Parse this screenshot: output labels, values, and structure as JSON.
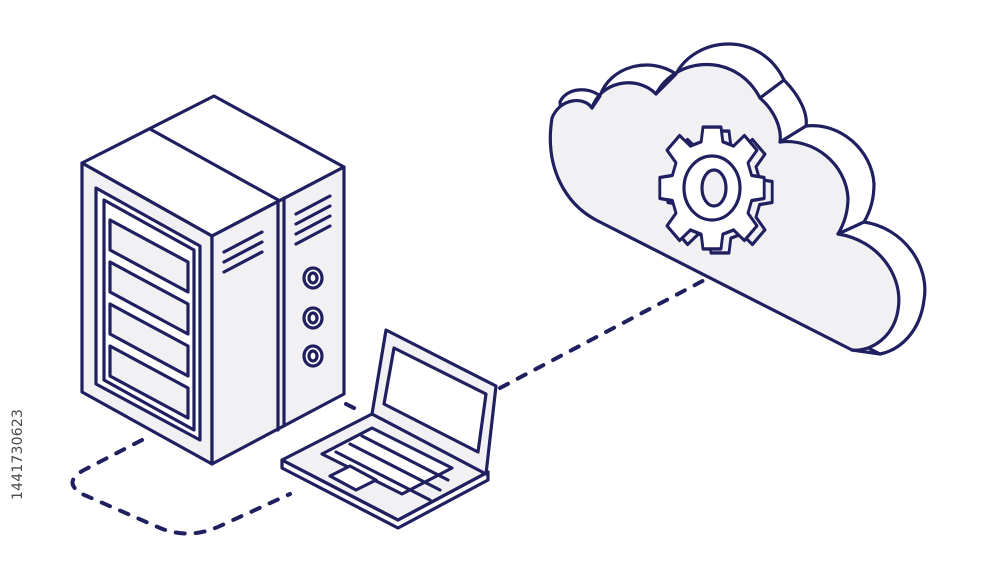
{
  "diagram": {
    "stock_id": "1441730623",
    "nodes": [
      {
        "id": "server",
        "icon": "server-rack-icon"
      },
      {
        "id": "laptop",
        "icon": "laptop-icon"
      },
      {
        "id": "cloud",
        "icon": "cloud-gear-icon"
      }
    ],
    "connections": [
      {
        "from": "server",
        "to": "laptop",
        "style": "dashed"
      },
      {
        "from": "laptop",
        "to": "cloud",
        "style": "dashed"
      }
    ],
    "colors": {
      "stroke": "#202060",
      "fill": "#f1f1f4",
      "background": "#ffffff"
    }
  }
}
